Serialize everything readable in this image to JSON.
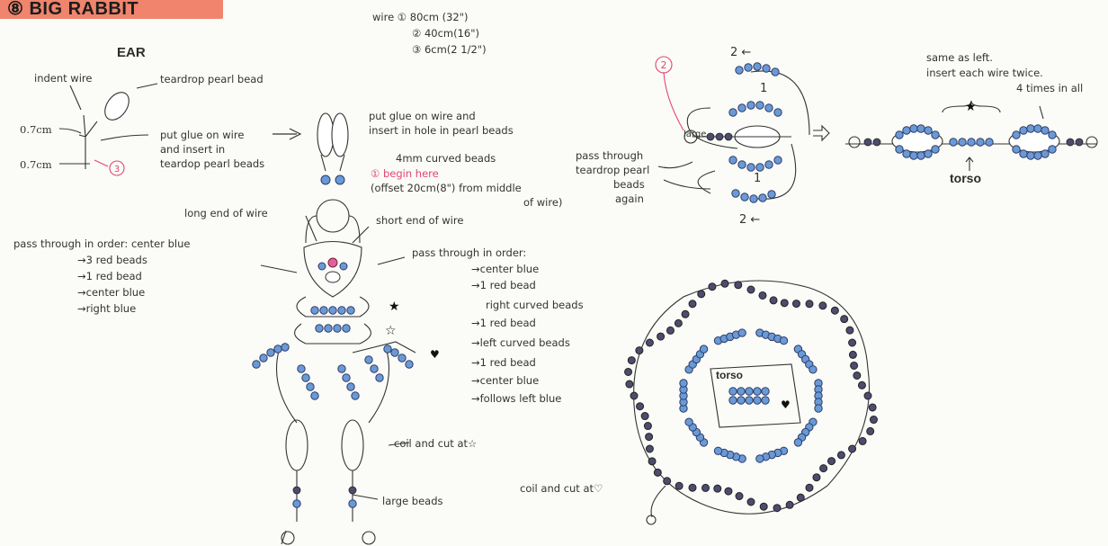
{
  "title": "⑧ BIG RABBIT",
  "ear_title": "EAR",
  "wire": {
    "line1": "wire ① 80cm (32\")",
    "line2": "② 40cm(16\")",
    "line3": "③ 6cm(2 1/2\")"
  },
  "ear_labels": {
    "indent_wire": "indent wire",
    "teardrop": "teardrop pearl bead",
    "measure1": "0.7cm",
    "measure2": "0.7cm",
    "glue1": "put glue on wire",
    "glue2": "and insert in",
    "glue3": "teardop pearl beads",
    "num3": "③"
  },
  "body_labels": {
    "glue_hole1": "put glue on wire and",
    "glue_hole2": "insert in hole in pearl beads",
    "curved": "4mm curved beads",
    "begin": "① begin here",
    "offset1": "(offset 20cm(8\") from middle",
    "offset2": "of wire)",
    "long_end": "long end of wire",
    "short_end": "short end of wire",
    "coil": "coil and cut at☆",
    "large": "large beads"
  },
  "left_order": [
    "pass through in order:   center blue",
    "→3 red beads",
    "→1 red bead",
    "→center blue",
    "→right blue"
  ],
  "right_order": [
    "pass through in order:",
    "→center blue",
    "→1 red bead",
    "right curved beads",
    "→1 red bead",
    "→left curved beads",
    "→1 red bead",
    "→center blue",
    "→follows left blue"
  ],
  "step2": {
    "num2": "②",
    "large": "large",
    "pass1": "pass through",
    "pass2": "teardrop pearl",
    "pass3": "beads",
    "pass4": "again",
    "n2top": "2 ←",
    "n1a": "1",
    "n1b": "1",
    "n2bot": "2 ←"
  },
  "torso_labels": {
    "same1": "same as left.",
    "same2": "insert each wire twice.",
    "same3": "4 times in all",
    "torso": "torso",
    "torso_small": "torso",
    "coil_heart": "coil and cut at♡"
  },
  "colors": {
    "title_bg": "#f0846c",
    "bead_blue": "#5b8fd0",
    "bead_dark": "#3a3a5a",
    "pink": "#e0457a"
  }
}
